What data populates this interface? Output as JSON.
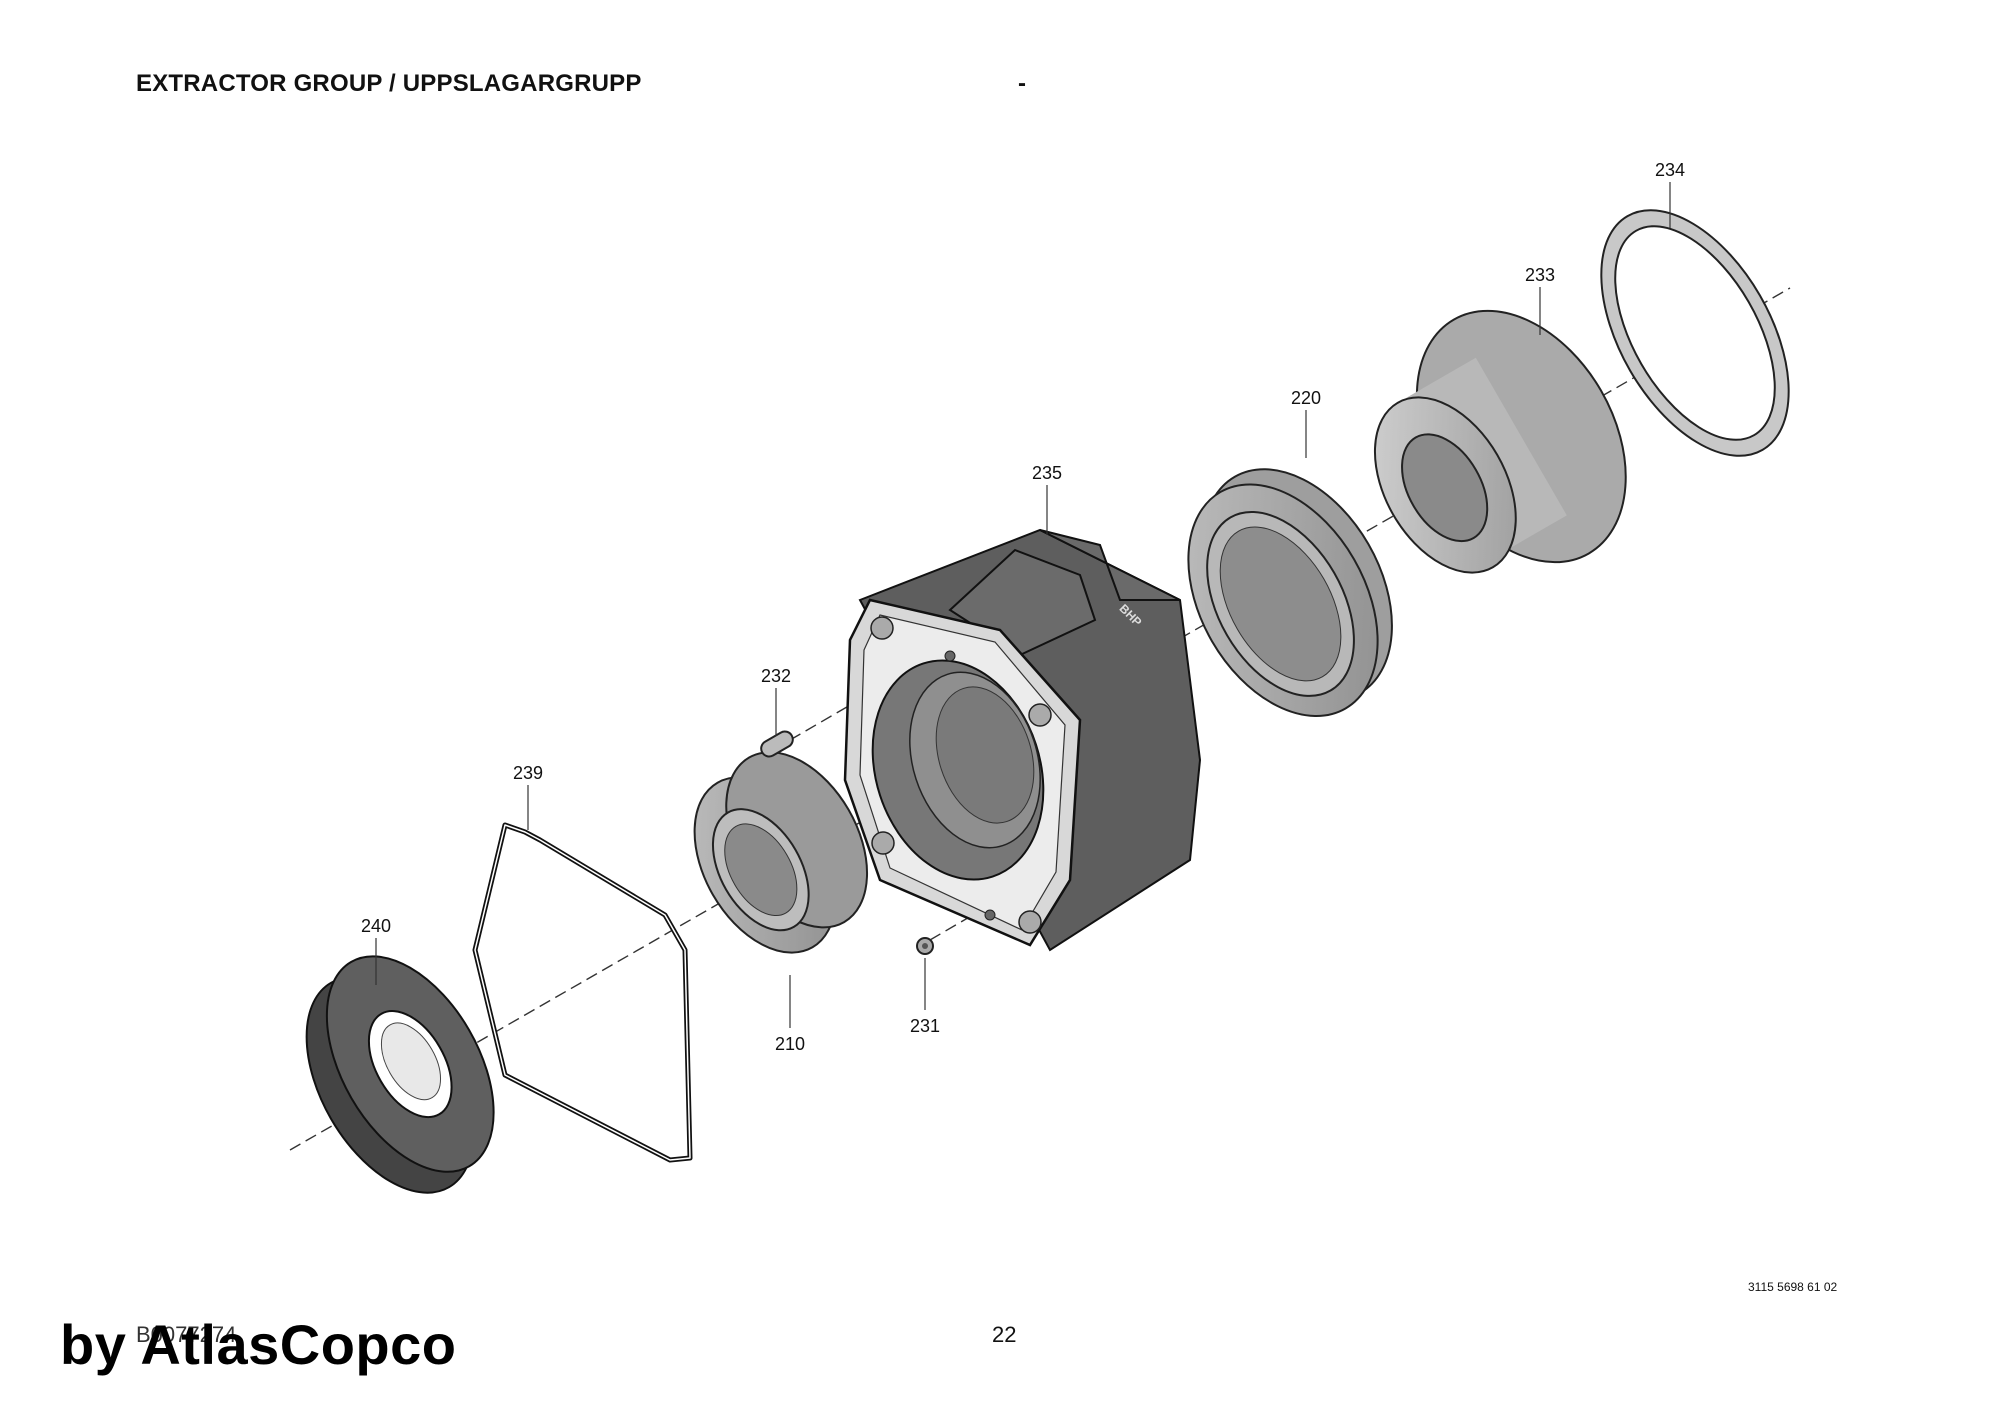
{
  "header": {
    "title": "EXTRACTOR GROUP / UPPSLAGARGRUPP",
    "dash": "-"
  },
  "parts": [
    {
      "id": "p234",
      "number": "234"
    },
    {
      "id": "p233",
      "number": "233"
    },
    {
      "id": "p220",
      "number": "220"
    },
    {
      "id": "p235",
      "number": "235"
    },
    {
      "id": "p232",
      "number": "232"
    },
    {
      "id": "p239",
      "number": "239"
    },
    {
      "id": "p240",
      "number": "240"
    },
    {
      "id": "p210",
      "number": "210"
    },
    {
      "id": "p231",
      "number": "231"
    }
  ],
  "markings": {
    "housing_stamp": "BHP"
  },
  "footer": {
    "document_number": "3115 5698 61 02",
    "page_number": "22",
    "publication_code": "B0077274",
    "brand": "by AtlasCopco"
  }
}
